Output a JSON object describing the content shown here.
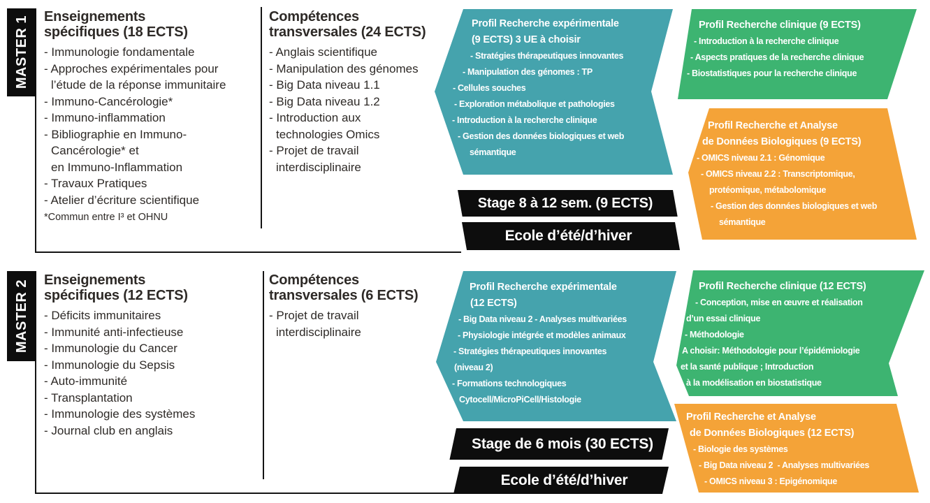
{
  "colors": {
    "teal": "#45a3ad",
    "green": "#3db471",
    "orange": "#f4a338",
    "banner_black": "#0d0d0d",
    "body_text": "#2e2a27"
  },
  "master1": {
    "label": "MASTER 1",
    "col1": {
      "title": [
        "Enseignements",
        "spécifiques (18 ECTS)"
      ],
      "items": [
        "- Immunologie fondamentale",
        "- Approches expérimentales pour",
        "l’étude de la réponse immunitaire",
        "- Immuno-Cancérologie*",
        "- Immuno-inflammation",
        "- Bibliographie en Immuno-",
        "Cancérologie* et",
        "en Immuno-Inflammation",
        "- Travaux Pratiques",
        "- Atelier d’écriture scientifique"
      ],
      "footnote": "*Commun entre I³ et OHNU"
    },
    "col2": {
      "title": [
        "Compétences",
        "transversales (24 ECTS)"
      ],
      "items": [
        "- Anglais scientifique",
        "- Manipulation des génomes",
        "- Big Data niveau 1.1",
        "- Big Data niveau 1.2",
        "- Introduction aux",
        "technologies Omics",
        "- Projet de travail",
        "interdisciplinaire"
      ]
    },
    "profil_experimental": {
      "lines": [
        "Profil Recherche expérimentale",
        "(9 ECTS) 3 UE à choisir",
        "- Stratégies thérapeutiques innovantes",
        "- Manipulation des génomes : TP",
        "- Cellules souches",
        "- Exploration métabolique et pathologies",
        "- Introduction à la recherche clinique",
        "- Gestion des données biologiques et web",
        "sémantique"
      ]
    },
    "profil_clinique": {
      "lines": [
        "Profil Recherche clinique (9 ECTS)",
        "- Introduction à la recherche clinique",
        "- Aspects pratiques de la recherche clinique",
        "- Biostatistiques pour la recherche clinique"
      ]
    },
    "profil_donnees": {
      "lines": [
        "Profil Recherche et Analyse",
        "de Données Biologiques (9 ECTS)",
        "- OMICS niveau 2.1 : Génomique",
        "- OMICS niveau 2.2 : Transcriptomique,",
        "protéomique, métabolomique",
        "- Gestion des données biologiques et web",
        "sémantique"
      ]
    },
    "stage_banner": "Stage 8 à 12 sem. (9 ECTS)",
    "ecole_banner": "Ecole d’été/d’hiver"
  },
  "master2": {
    "label": "MASTER 2",
    "col1": {
      "title": [
        "Enseignements",
        "spécifiques (12 ECTS)"
      ],
      "items": [
        "- Déficits immunitaires",
        "- Immunité anti-infectieuse",
        "- Immunologie du Cancer",
        "- Immunologie du Sepsis",
        "- Auto-immunité",
        "- Transplantation",
        "- Immunologie des systèmes",
        "- Journal club en anglais"
      ]
    },
    "col2": {
      "title": [
        "Compétences",
        "transversales (6 ECTS)"
      ],
      "items": [
        "- Projet de travail",
        "interdisciplinaire"
      ]
    },
    "profil_experimental": {
      "lines": [
        "Profil Recherche expérimentale",
        "(12 ECTS)",
        "- Big Data niveau 2 - Analyses multivariées",
        "- Physiologie intégrée et modèles animaux",
        "- Stratégies thérapeutiques innovantes",
        "(niveau 2)",
        "- Formations technologiques",
        "Cytocell/MicroPiCell/Histologie"
      ]
    },
    "profil_clinique": {
      "lines": [
        "Profil Recherche clinique (12 ECTS)",
        "- Conception, mise en œuvre et réalisation",
        "d’un essai clinique",
        "- Méthodologie",
        "A choisir: Méthodologie pour l’épidémiologie",
        "et la santé publique ; Introduction",
        "à la modélisation en biostatistique"
      ]
    },
    "profil_donnees": {
      "lines": [
        "Profil Recherche et Analyse",
        "de Données Biologiques (12 ECTS)",
        "- Biologie des systèmes",
        "- Big Data niveau 2  - Analyses multivariées",
        "- OMICS niveau 3 : Epigénomique"
      ]
    },
    "stage_banner": "Stage de 6 mois (30 ECTS)",
    "ecole_banner": "Ecole d’été/d’hiver"
  }
}
